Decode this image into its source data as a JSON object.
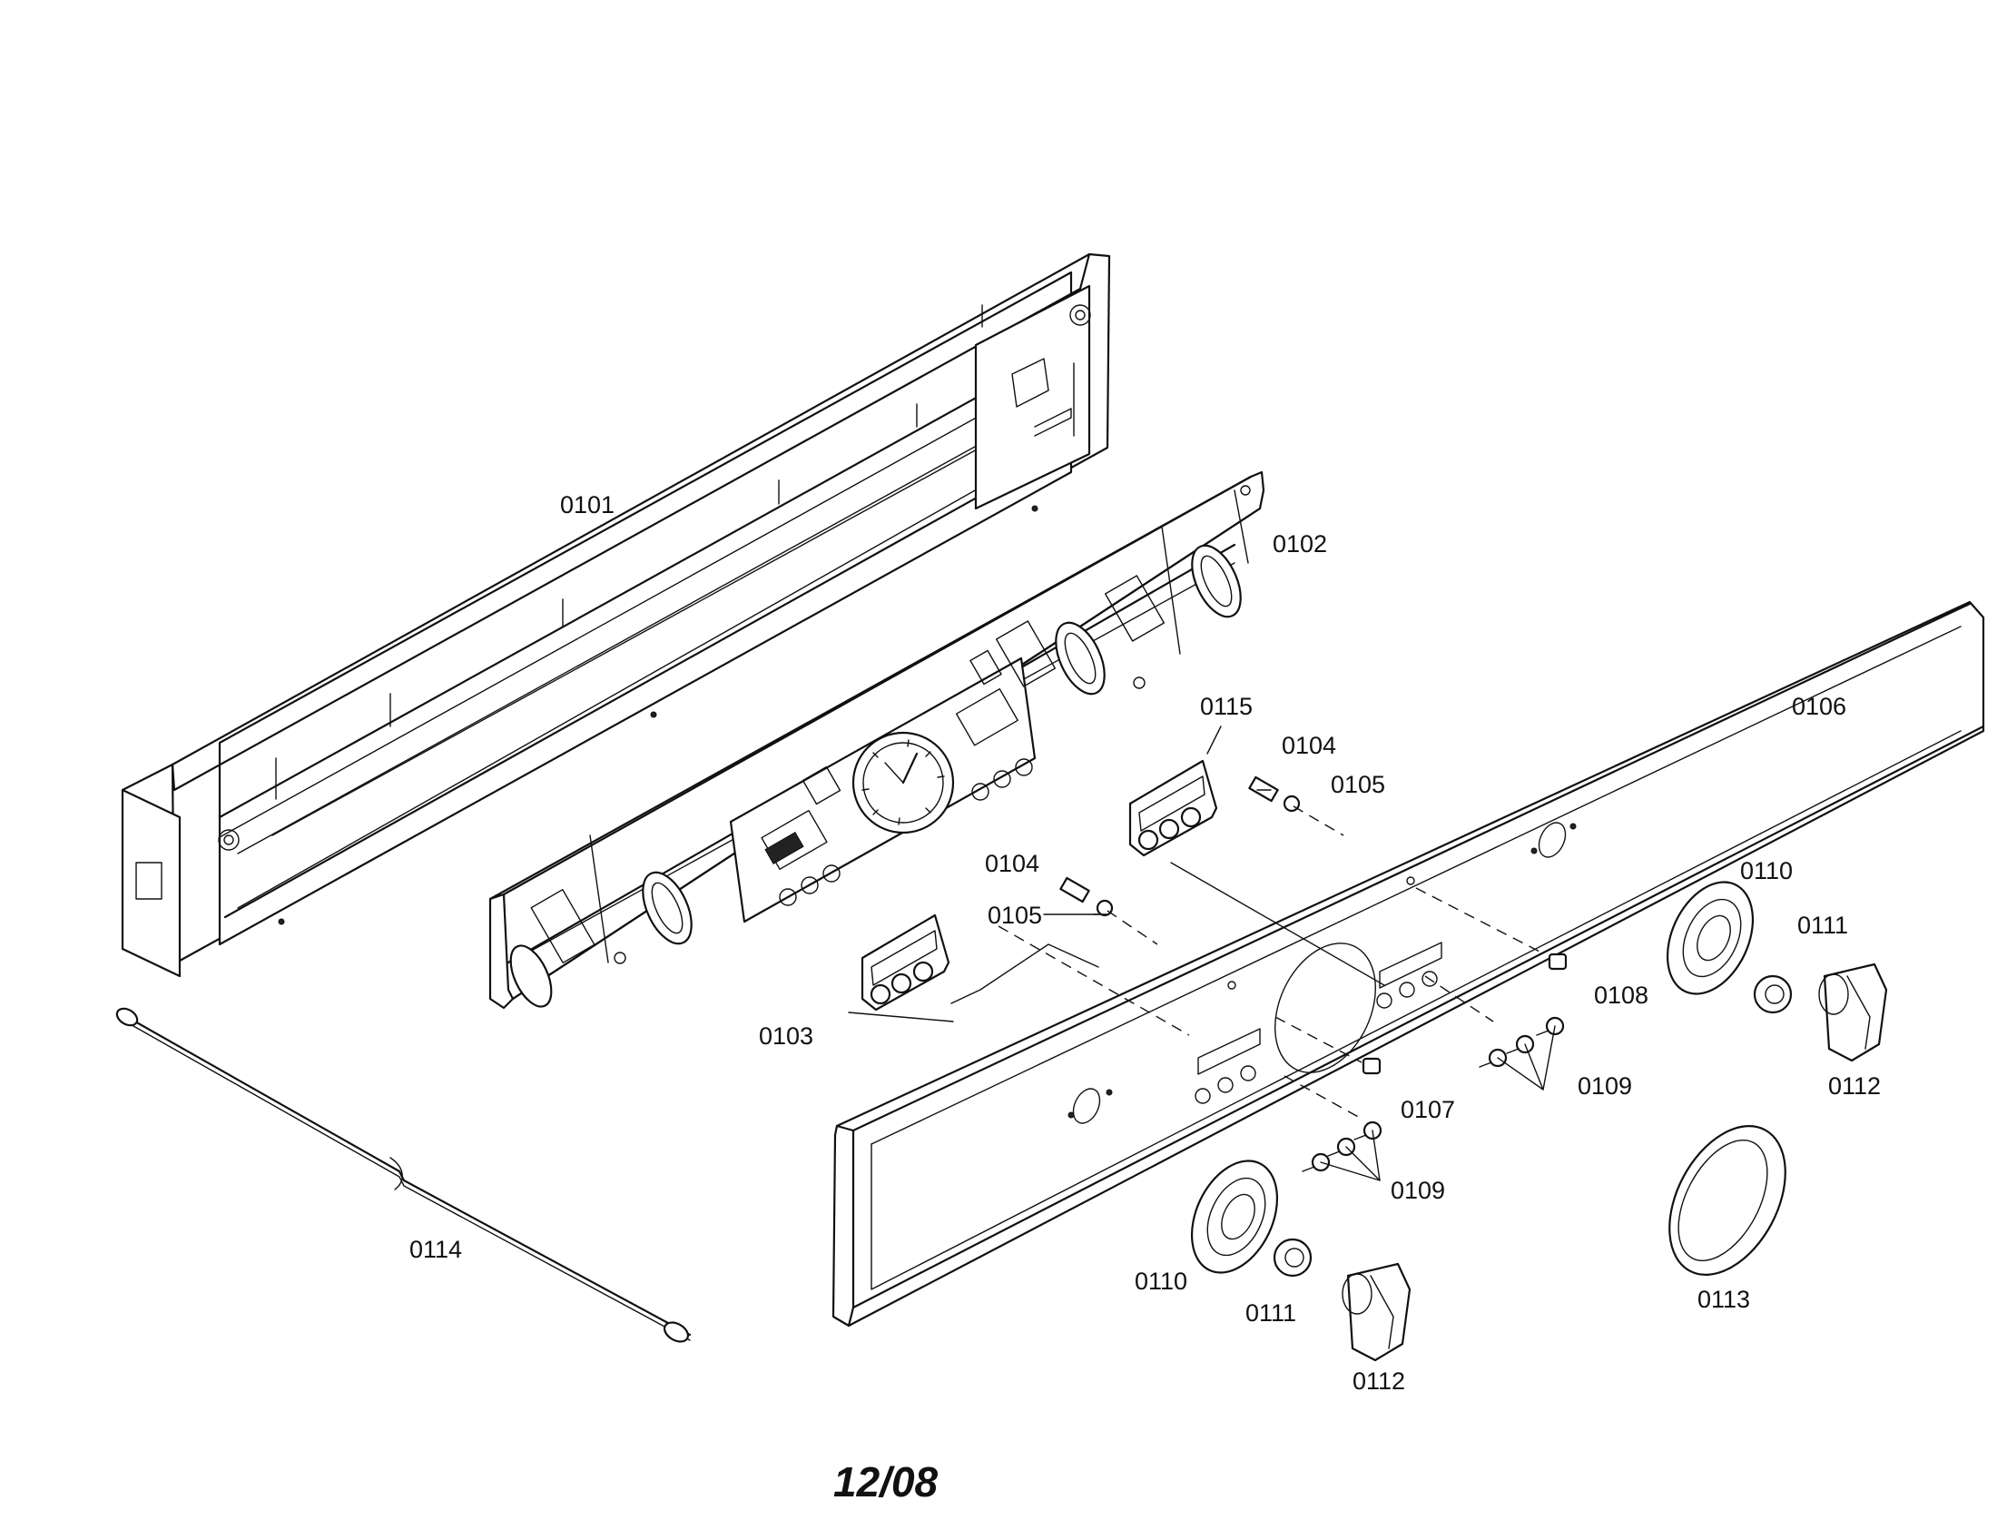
{
  "labels": {
    "p0101": "0101",
    "p0102": "0102",
    "p0103": "0103",
    "p0104a": "0104",
    "p0104b": "0104",
    "p0105a": "0105",
    "p0105b": "0105",
    "p0106": "0106",
    "p0107": "0107",
    "p0108": "0108",
    "p0109a": "0109",
    "p0109b": "0109",
    "p0110a": "0110",
    "p0110b": "0110",
    "p0111a": "0111",
    "p0111b": "0111",
    "p0112a": "0112",
    "p0112b": "0112",
    "p0113": "0113",
    "p0114": "0114",
    "p0115": "0115"
  },
  "date_code": "12/08"
}
